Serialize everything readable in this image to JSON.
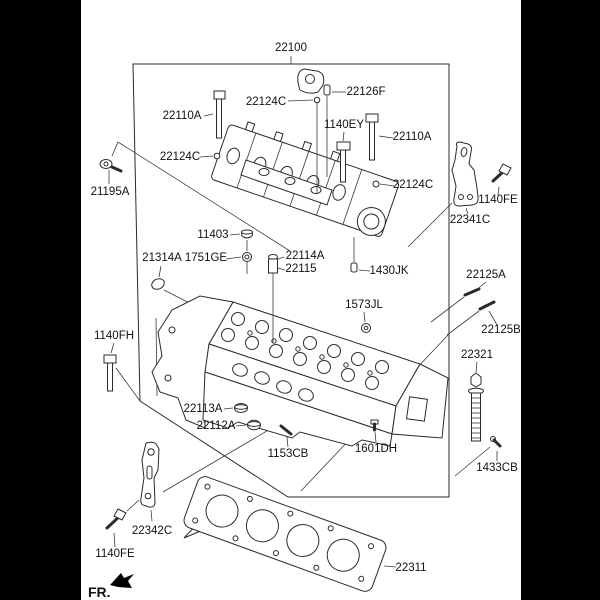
{
  "colors": {
    "surround": "#000000",
    "canvas": "#ffffff",
    "line": "#2b2b2b",
    "text": "#111111"
  },
  "diagram_type": "exploded-parts-diagram",
  "labels": {
    "assembly": "22100",
    "p22126f": "22126F",
    "p22124c_top": "22124C",
    "p22110a_left": "22110A",
    "p1140ey": "1140EY",
    "p22110a_right": "22110A",
    "p22124c_left": "22124C",
    "p22124c_right": "22124C",
    "p21195a": "21195A",
    "p11403": "11403",
    "p21314a": "21314A",
    "p1751ge": "1751GE",
    "p22114a": "22114A",
    "p22115": "22115",
    "p1430jk": "1430JK",
    "p22341c": "22341C",
    "p1140fe_right": "1140FE",
    "p22125a": "22125A",
    "p22125b": "22125B",
    "p1573jl": "1573JL",
    "p22321": "22321",
    "p1140fh": "1140FH",
    "p22113a": "22113A",
    "p22112a": "22112A",
    "p1153cb": "1153CB",
    "p1601dh": "1601DH",
    "p1433cb": "1433CB",
    "p22342c": "22342C",
    "p1140fe_bottom": "1140FE",
    "p22311": "22311",
    "front_marker": "FR."
  }
}
